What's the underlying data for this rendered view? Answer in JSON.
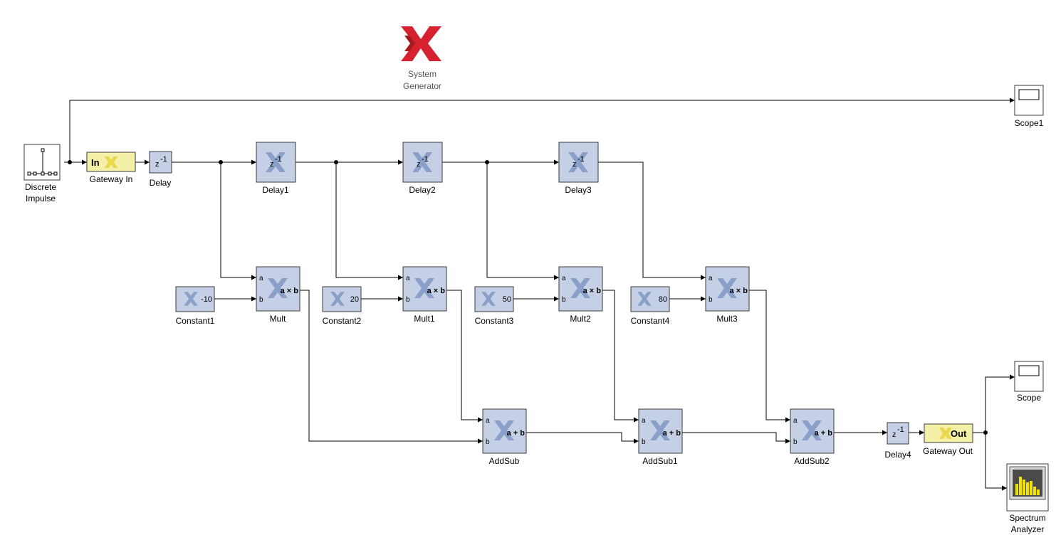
{
  "logo": {
    "line1": "System",
    "line2": "Generator",
    "brand_color": "#d6222f"
  },
  "blocks": {
    "discrete_impulse": {
      "line1": "Discrete",
      "line2": "Impulse"
    },
    "gateway_in": {
      "label": "Gateway In",
      "text": "In"
    },
    "delay": {
      "label": "Delay"
    },
    "delay1": {
      "label": "Delay1"
    },
    "delay2": {
      "label": "Delay2"
    },
    "delay3": {
      "label": "Delay3"
    },
    "delay4": {
      "label": "Delay4"
    },
    "mult": {
      "label": "Mult"
    },
    "mult1": {
      "label": "Mult1"
    },
    "mult2": {
      "label": "Mult2"
    },
    "mult3": {
      "label": "Mult3"
    },
    "constant1": {
      "label": "Constant1",
      "value": "-10"
    },
    "constant2": {
      "label": "Constant2",
      "value": "20"
    },
    "constant3": {
      "label": "Constant3",
      "value": "50"
    },
    "constant4": {
      "label": "Constant4",
      "value": "80"
    },
    "addsub": {
      "label": "AddSub"
    },
    "addsub1": {
      "label": "AddSub1"
    },
    "addsub2": {
      "label": "AddSub2"
    },
    "gateway_out": {
      "label": "Gateway Out",
      "text": "Out"
    },
    "scope": {
      "label": "Scope"
    },
    "scope1": {
      "label": "Scope1"
    },
    "spectrum_analyzer": {
      "line1": "Spectrum",
      "line2": "Analyzer"
    }
  },
  "symbols": {
    "z": "z",
    "z_exp": "-1",
    "port_a": "a",
    "port_b": "b",
    "mult_op": "a × b",
    "add_op": "a + b"
  },
  "colors": {
    "xilinx_block": "#c5d0e6",
    "gateway": "#f5f0a8",
    "spectrum_bars": "#f0e200"
  }
}
